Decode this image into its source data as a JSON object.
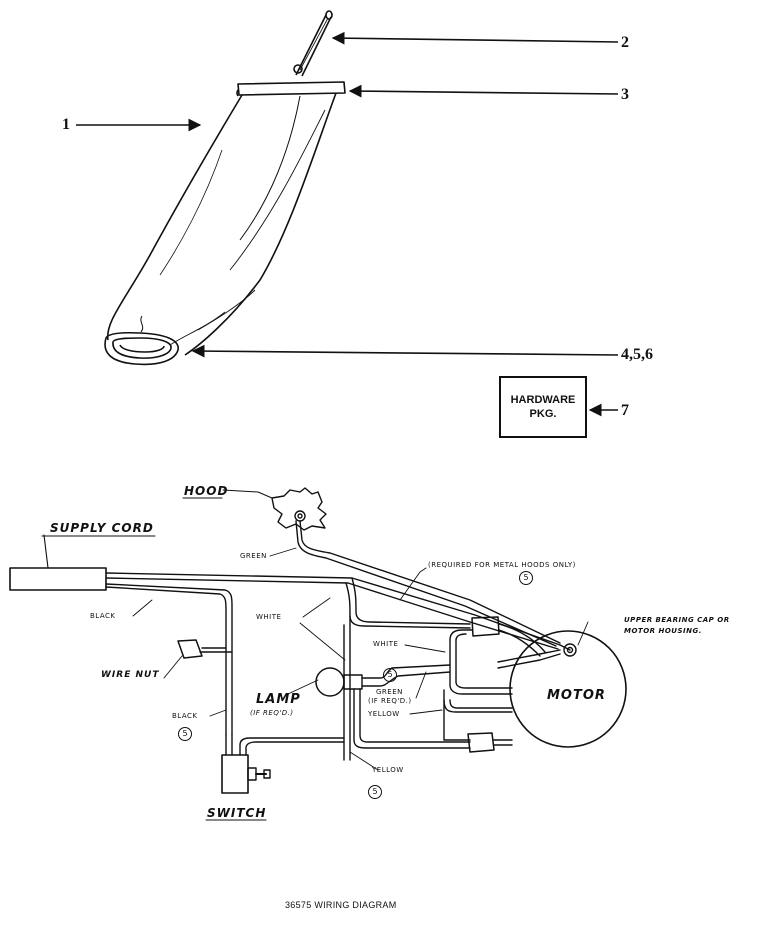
{
  "callouts": {
    "c1": "1",
    "c2": "2",
    "c3": "3",
    "c456": "4,5,6",
    "c7": "7"
  },
  "hardware_box": {
    "line1": "HARDWARE",
    "line2": "PKG."
  },
  "wiring_labels": {
    "hood": "HOOD",
    "supply_cord": "SUPPLY CORD",
    "green": "GREEN",
    "black_top": "BLACK",
    "white_center": "WHITE",
    "wire_nut": "WIRE NUT",
    "lamp": "LAMP",
    "lamp_note": "(IF REQ'D.)",
    "black_lower": "BLACK",
    "switch": "SWITCH",
    "required_note": "(REQUIRED FOR METAL HOODS ONLY)",
    "upper_bearing_1": "UPPER BEARING CAP OR",
    "upper_bearing_2": "MOTOR HOUSING.",
    "white_right": "WHITE",
    "green_right": "GREEN",
    "green_right_note": "(IF REQ'D.)",
    "yellow_right": "YELLOW",
    "yellow_bottom": "YELLOW",
    "motor": "MOTOR",
    "circled_5": "5"
  },
  "caption": "36575 WIRING DIAGRAM"
}
